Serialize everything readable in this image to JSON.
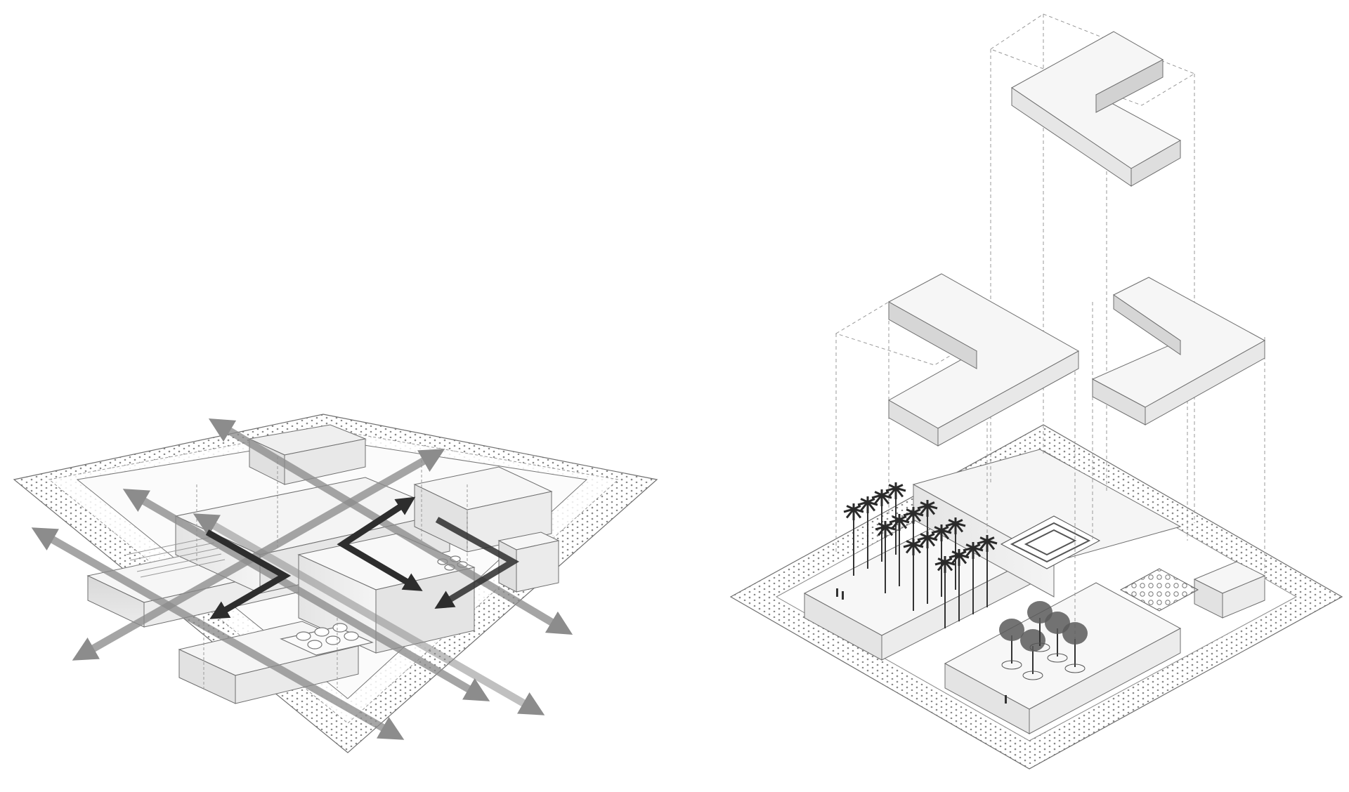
{
  "diagrams": [
    {
      "kind": "axonometric-circulation",
      "arrow_groups": [
        {
          "name": "through-routes",
          "count": 4,
          "tone": "light"
        },
        {
          "name": "cross-route",
          "count": 1,
          "tone": "light"
        },
        {
          "name": "internal-loop",
          "count": 4,
          "tone": "dark"
        }
      ]
    },
    {
      "kind": "exploded-axonometric",
      "levels": [
        "ground-plaza",
        "middle-chevrons",
        "top-chevron"
      ],
      "middle_chevron_count": 2,
      "top_chevron_count": 1,
      "palm_tree_count": 16,
      "round_tree_count": 5
    }
  ],
  "colors": {
    "background": "#ffffff",
    "outline": "#6f6f6f",
    "arrow_light": "#8c8c8c",
    "arrow_dark": "#2d2d2d",
    "block_top": "#f7f7f7",
    "block_side": "#dcdcdc"
  }
}
